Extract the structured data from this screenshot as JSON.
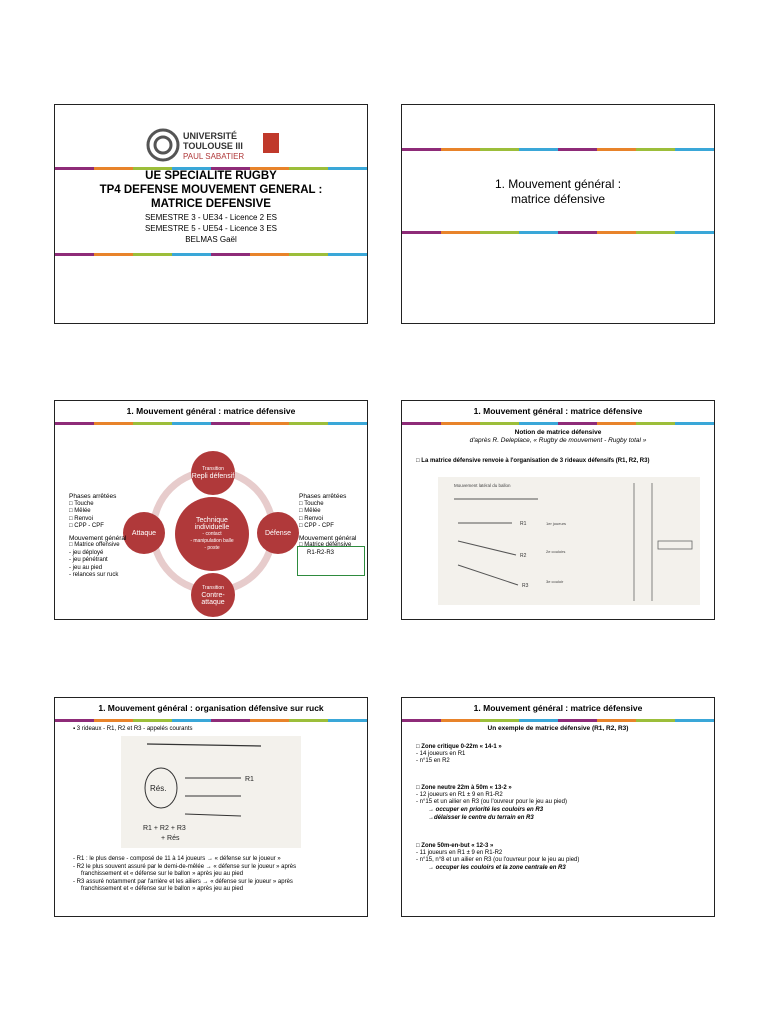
{
  "slide1": {
    "logo": {
      "line1": "UNIVERSITÉ",
      "line2": "TOULOUSE III",
      "line3": "PAUL SABATIER"
    },
    "title1": "UE SPECIALITE RUGBY",
    "title2": "TP4 DEFENSE MOUVEMENT GENERAL :",
    "title3": "MATRICE DEFENSIVE",
    "sub1": "SEMESTRE 3 - UE34 - Licence 2 ES",
    "sub2": "SEMESTRE 5 - UE54 - Licence 3 ES",
    "sub3": "BELMAS Gaël"
  },
  "slide2": {
    "line1": "1.  Mouvement général :",
    "line2": "matrice défensive"
  },
  "slide3": {
    "title": "1.    Mouvement général : matrice défensive",
    "top": {
      "small": "Transition",
      "label": "Repli défensif"
    },
    "center": {
      "l1": "Technique",
      "l2": "individuelle",
      "items": [
        "- contact",
        "- manipulation balle",
        "- poste"
      ]
    },
    "left": "Attaque",
    "right": "Défense",
    "bottom": {
      "small": "Transition",
      "label": "Contre-attaque"
    },
    "leftcol": {
      "head": "Phases arrêtées",
      "items": [
        "Touche",
        "Mêlée",
        "Renvoi",
        "CPP - CPF"
      ],
      "head2": "Mouvement général",
      "items2": [
        "Matrice offensive"
      ],
      "dash": [
        "jeu déployé",
        "jeu pénétrant",
        "jeu au pied",
        "relances sur ruck"
      ]
    },
    "rightcol": {
      "head": "Phases arrêtées",
      "items": [
        "Touche",
        "Mêlée",
        "Renvoi",
        "CPP - CPF"
      ],
      "head2": "Mouvement général",
      "items2": [
        "Matrice défensive"
      ],
      "extra": "R1-R2-R3"
    }
  },
  "slide4": {
    "title": "1.    Mouvement général : matrice défensive",
    "h1": "Notion de matrice défensive",
    "h2": "d'après R. Deleplace, « Rugby de mouvement - Rugby total »",
    "bullet": "La matrice défensive renvoie à l'organisation de 3 rideaux défensifs (R1, R2, R3)",
    "fig": {
      "top": "Mouvement latéral du ballon",
      "r1": "R1",
      "r2": "R2",
      "r3": "R3",
      "c1": "1er joueurs",
      "c2": "2e couloirs",
      "c3": "3e couloir"
    }
  },
  "slide5": {
    "title": "1.    Mouvement général : organisation défensive sur ruck",
    "bullet": "3 rideaux - R1, R2 et R3 - appelés courants",
    "fig": {
      "res": "Rés.",
      "r1": "R1",
      "formula": "R1 + R2 + R3",
      "formula2": "+ Rés"
    },
    "items": [
      "R1 : le plus dense - composé de 11 à 14 joueurs → « défense sur le joueur »",
      "R2 le plus souvent assuré par le demi-de-mêlée → « défense sur le joueur » après",
      "franchissement et « défense sur le ballon » après jeu au pied",
      "R3 assuré notamment par l'arrière et les ailiers → « défense sur le joueur » après",
      "franchissement et « défense sur le ballon » après jeu au pied"
    ]
  },
  "slide6": {
    "title": "1.    Mouvement général : matrice défensive",
    "h": "Un exemple de matrice défensive (R1, R2, R3)",
    "z1": {
      "head": "Zone critique 0-22m « 14-1 »",
      "l": [
        "14 joueurs en R1",
        "n°15 en R2"
      ]
    },
    "z2": {
      "head": "Zone neutre 22m à 50m « 13-2 »",
      "l": [
        "12 joueurs en R1 ± 9 en R1-R2",
        "n°15 et un ailier en R3 (ou l'ouvreur pour le jeu au pied)"
      ],
      "a1": "occuper en priorité les couloirs en R3",
      "a2": "délaisser le centre du terrain en R3"
    },
    "z3": {
      "head": "Zone 50m-en-but « 12-3 »",
      "l": [
        "11 joueurs en R1 ± 9 en R1-R2",
        "n°15, n°8 et un ailier en R3 (ou l'ouvreur pour le jeu au pied)"
      ],
      "a1": "occuper les couloirs et la zone centrale en R3"
    }
  }
}
